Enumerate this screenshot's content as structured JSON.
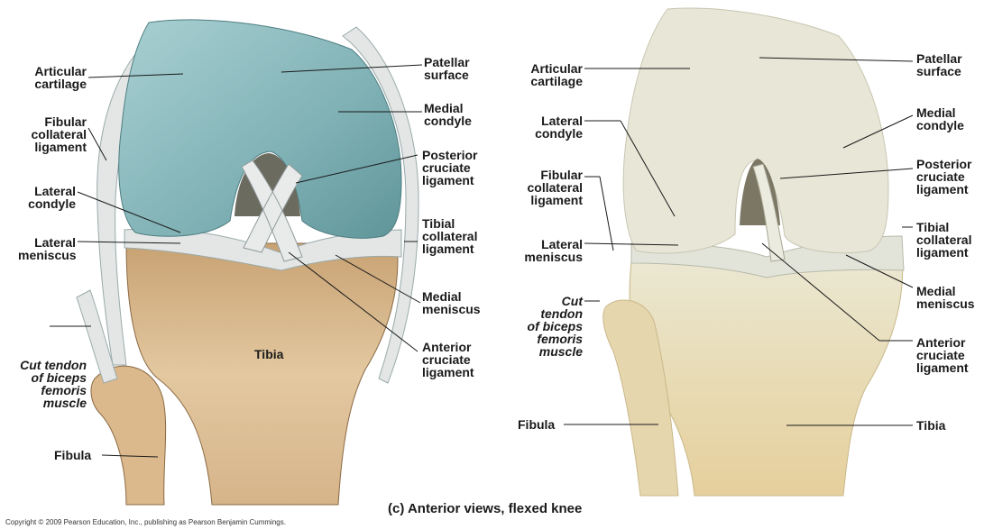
{
  "left_panel": {
    "labels": {
      "articular_cartilage": "Articular\ncartilage",
      "fibular_collateral_ligament": "Fibular\ncollateral\nligament",
      "lateral_condyle": "Lateral\ncondyle",
      "lateral_meniscus": "Lateral\nmeniscus",
      "cut_tendon": "Cut tendon\nof biceps\nfemoris\nmuscle",
      "fibula": "Fibula",
      "tibia": "Tibia",
      "patellar_surface": "Patellar\nsurface",
      "medial_condyle": "Medial\ncondyle",
      "posterior_cruciate_ligament": "Posterior\ncruciate\nligament",
      "tibial_collateral_ligament": "Tibial\ncollateral\nligament",
      "medial_meniscus": "Medial\nmeniscus",
      "anterior_cruciate_ligament": "Anterior\ncruciate\nligament"
    }
  },
  "right_panel": {
    "labels": {
      "articular_cartilage": "Articular\ncartilage",
      "lateral_condyle": "Lateral\ncondyle",
      "fibular_collateral_ligament": "Fibular\ncollateral\nligament",
      "lateral_meniscus": "Lateral\nmeniscus",
      "cut_tendon": "Cut\ntendon\nof biceps\nfemoris\nmuscle",
      "fibula": "Fibula",
      "patellar_surface": "Patellar\nsurface",
      "medial_condyle": "Medial\ncondyle",
      "posterior_cruciate_ligament": "Posterior\ncruciate\nligament",
      "tibial_collateral_ligament": "Tibial\ncollateral\nligament",
      "medial_meniscus": "Medial\nmeniscus",
      "anterior_cruciate_ligament": "Anterior\ncruciate\nligament",
      "tibia": "Tibia"
    }
  },
  "caption": "(c) Anterior views, flexed knee",
  "copyright": "Copyright © 2009 Pearson Education, Inc., publishing as Pearson Benjamin Cummings.",
  "colors": {
    "cartilage": "#8fbcc0",
    "bone": "#d9b98c",
    "ligament": "#e4e6e6",
    "specimen": "#e9e1c6",
    "leader": "#1a1a1a"
  }
}
